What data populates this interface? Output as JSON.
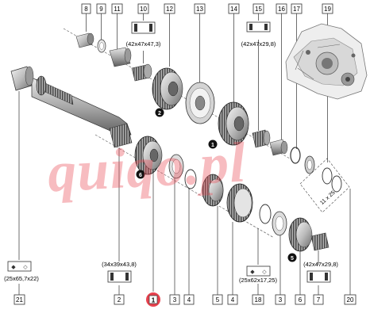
{
  "callouts": {
    "top": [
      "8",
      "9",
      "11",
      "10",
      "12",
      "13",
      "14",
      "15",
      "16",
      "17",
      "19"
    ],
    "bottom": [
      "21",
      "2",
      "1",
      "3",
      "4",
      "5",
      "4",
      "18",
      "3",
      "6",
      "7",
      "20"
    ]
  },
  "dimensions": {
    "d10": "(42x47x47,3)",
    "d15": "(42x47x29,8)",
    "d21": "(25x65,7x22)",
    "d2": "(34x39x43,8)",
    "d18": "(25x62x17,25)",
    "d7": "(42x47x29,8)",
    "d19": "11 x 25"
  },
  "markers": [
    "2",
    "1",
    "6",
    "5"
  ],
  "highlight": "1",
  "watermark": "quiqo.pl",
  "colors": {
    "line": "#333333",
    "accent_red": "#e8414e",
    "marker_black": "#111111",
    "part_gray": "#bdbdbd"
  }
}
